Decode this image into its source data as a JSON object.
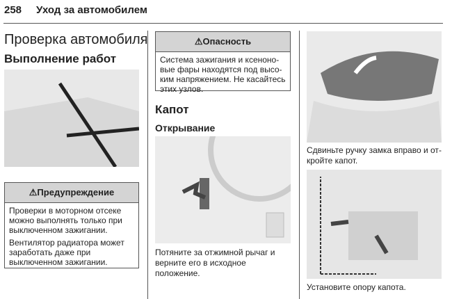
{
  "header": {
    "page_number": "258",
    "section": "Уход за автомобилем"
  },
  "col1": {
    "title": "Проверка автомобиля",
    "subtitle": "Выполнение работ",
    "warning": {
      "icon": "warning-triangle-icon",
      "title": "⚠Предупреждение",
      "paragraphs": [
        "Проверки в моторном отсеке можно выполнять только при выключенном зажигании.",
        "Вентилятор радиатора может заработать даже при выключен­ном зажигании."
      ]
    }
  },
  "col2": {
    "danger": {
      "icon": "warning-triangle-icon",
      "title": "⚠Опасность",
      "text": "Система зажигания и ксеноно­вые фары находятся под высо­ким напряжением. Не касайтесь этих узлов."
    },
    "heading": "Капот",
    "subheading": "Открывание",
    "caption": "Потяните за отжимной рычаг и вер­ните его в исходное положение."
  },
  "col3": {
    "caption1": "Сдвиньте ручку замка вправо и от­кройте капот.",
    "caption2": "Установите опору капота."
  }
}
